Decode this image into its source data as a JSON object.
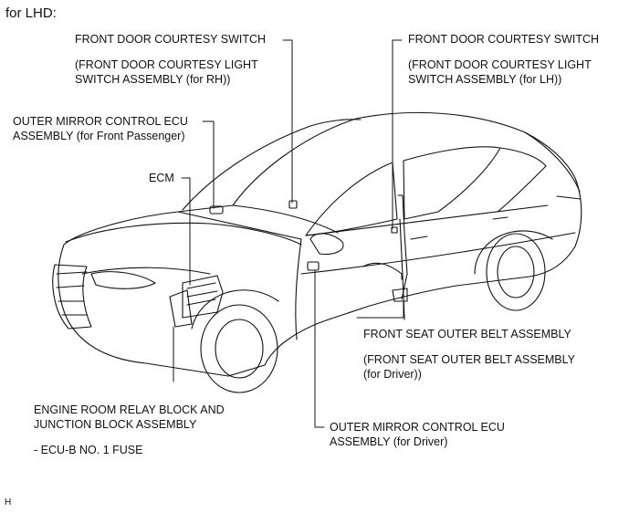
{
  "heading": "for LHD:",
  "figure_code": "H",
  "labels": {
    "door_switch_rh": {
      "title": "FRONT DOOR COURTESY SWITCH",
      "note_line1": "(FRONT DOOR COURTESY LIGHT",
      "note_line2": "SWITCH ASSEMBLY (for RH))"
    },
    "door_switch_lh": {
      "title": "FRONT DOOR COURTESY SWITCH",
      "note_line1": "(FRONT DOOR COURTESY LIGHT",
      "note_line2": "SWITCH ASSEMBLY (for LH))"
    },
    "mirror_ecu_passenger": {
      "line1": "OUTER MIRROR CONTROL ECU",
      "line2": "ASSEMBLY (for Front Passenger)"
    },
    "ecm": {
      "text": "ECM"
    },
    "seat_belt": {
      "title": "FRONT SEAT OUTER BELT ASSEMBLY",
      "note_line1": "(FRONT SEAT OUTER BELT ASSEMBLY",
      "note_line2": "(for Driver))"
    },
    "relay_block": {
      "line1": "ENGINE ROOM RELAY BLOCK AND",
      "line2": "JUNCTION BLOCK ASSEMBLY",
      "note": "- ECU-B NO. 1 FUSE"
    },
    "mirror_ecu_driver": {
      "line1": "OUTER MIRROR CONTROL ECU",
      "line2": "ASSEMBLY (for Driver)"
    }
  }
}
